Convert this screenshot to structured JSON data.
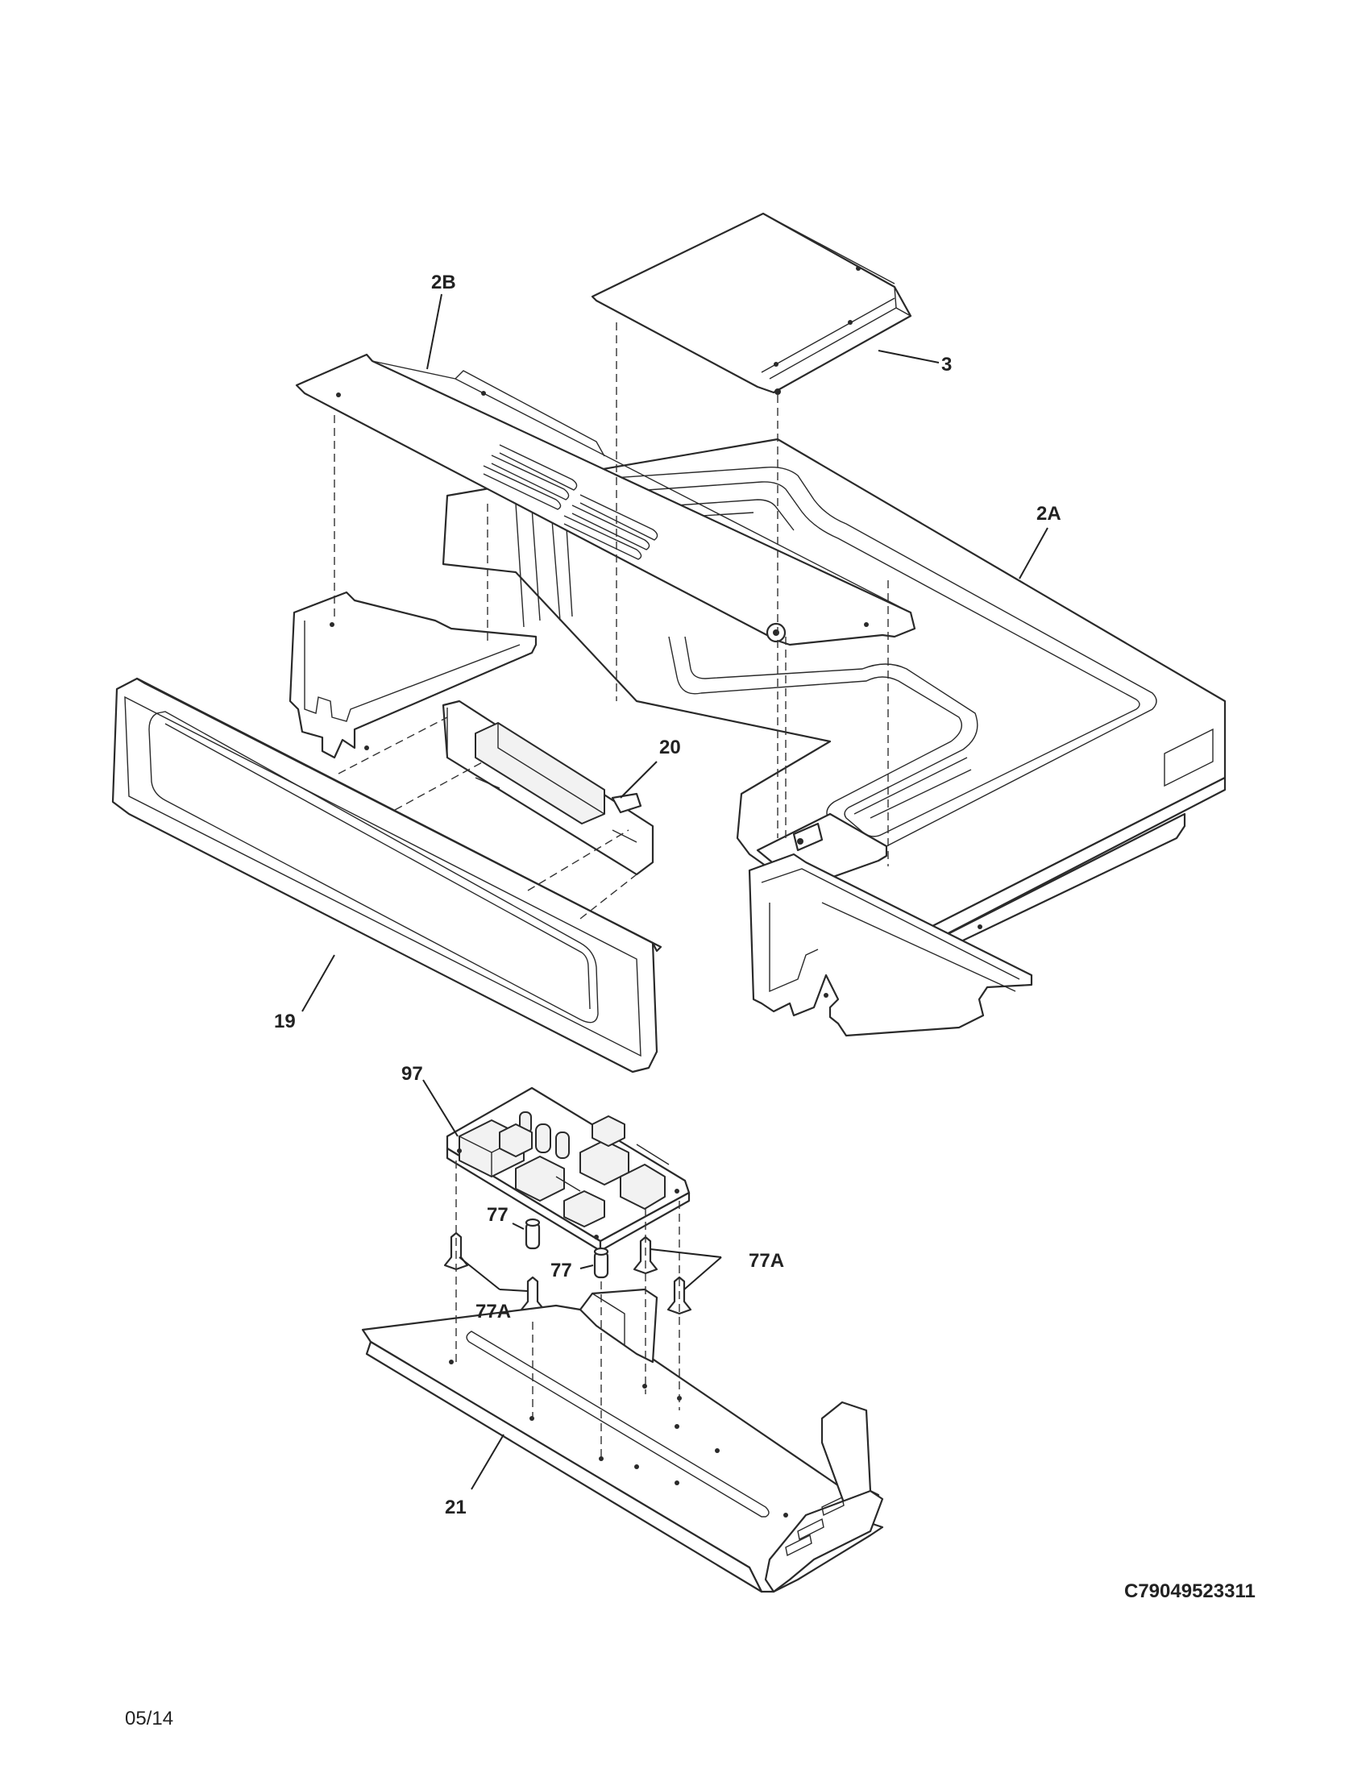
{
  "diagram": {
    "callouts": {
      "c2B": "2B",
      "c3": "3",
      "c2A": "2A",
      "c20": "20",
      "c19": "19",
      "c97": "97",
      "c77a": "77",
      "c77b": "77",
      "c77A_left": "77A",
      "c77A_right": "77A",
      "c21": "21"
    },
    "drawing_code": "C79049523311",
    "date": "05/14"
  }
}
